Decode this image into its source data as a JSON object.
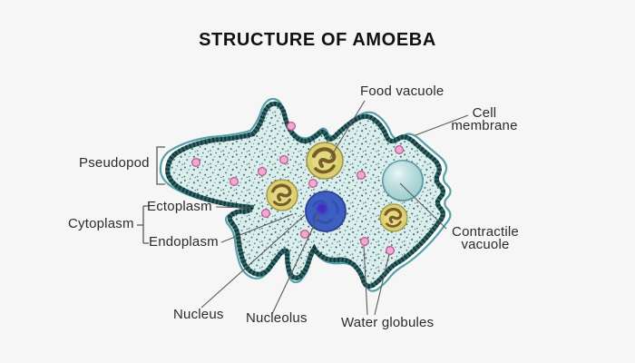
{
  "title": "STRUCTURE OF AMOEBA",
  "labels": {
    "food_vacuole": "Food vacuole",
    "cell_membrane": "Cell membrane",
    "pseudopod": "Pseudopod",
    "ectoplasm": "Ectoplasm",
    "cytoplasm": "Cytoplasm",
    "endoplasm": "Endoplasm",
    "contractile_vacuole": "Contractile vacuole",
    "nucleus": "Nucleus",
    "nucleolus": "Nucleolus",
    "water_globules": "Water globules"
  },
  "colors": {
    "background": "#f6f6f6",
    "title_text": "#111111",
    "label_text": "#2b2b2b",
    "membrane_outline": "#54a1a8",
    "body_fill": "#d9efee",
    "granule_band": "#2c6468",
    "nucleus_fill": "#3d5fc0",
    "nucleolus_fill": "#4130c0",
    "food_vacuole_fill": "#dbd06f",
    "food_vacuole_content": "#7a5c28",
    "contractile_vacuole_fill": "#aad4d5",
    "water_globule_fill": "#f0a9d1",
    "leader_line": "#5a5a5a"
  }
}
